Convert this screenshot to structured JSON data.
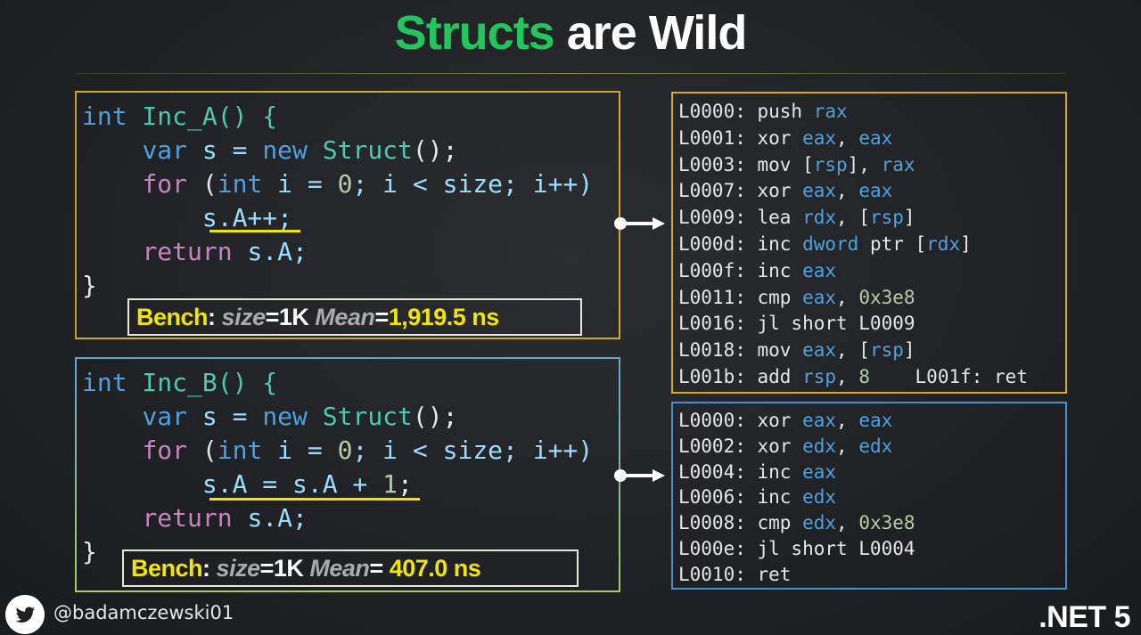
{
  "title": {
    "part1": "Structs",
    "part2": "are Wild"
  },
  "colors": {
    "accent_green": "#22c55e",
    "highlight_yellow": "#f2e600",
    "box_a": "#d4a82a",
    "box_b": "#4a90c8"
  },
  "inc_a": {
    "lines": [
      [
        "int",
        " Inc_A() {"
      ],
      [
        "var",
        " s = ",
        "new",
        " Struct",
        "();"
      ],
      [
        "for",
        " (",
        "int",
        " i = ",
        "0",
        "; i < size; i++)"
      ],
      [
        "s.A++;"
      ],
      [
        "return",
        " s.A;"
      ],
      [
        "}"
      ]
    ],
    "bench": {
      "label": "Bench",
      "sep": ":",
      "size_key": "size",
      "eq": "=",
      "size_val": "1K",
      "mean_key": "Mean",
      "mean_val": "1,919.5 ns"
    }
  },
  "inc_b": {
    "lines": [
      [
        "int",
        " Inc_B() {"
      ],
      [
        "var",
        " s = ",
        "new",
        " Struct",
        "();"
      ],
      [
        "for",
        " (",
        "int",
        " i = ",
        "0",
        "; i < size; i++)"
      ],
      [
        "s.A = s.A + ",
        "1",
        ";"
      ],
      [
        "return",
        " s.A;"
      ],
      [
        "}"
      ]
    ],
    "bench": {
      "label": "Bench",
      "sep": ":",
      "size_key": "size",
      "eq": "=",
      "size_val": "1K",
      "mean_key": "Mean",
      "mean_val": "407.0 ns"
    }
  },
  "asm_a": [
    [
      "L0000: push ",
      "rax"
    ],
    [
      "L0001: xor ",
      "eax",
      ", ",
      "eax"
    ],
    [
      "L0003: mov [",
      "rsp",
      "], ",
      "rax"
    ],
    [
      "L0007: xor ",
      "eax",
      ", ",
      "eax"
    ],
    [
      "L0009: lea ",
      "rdx",
      ", [",
      "rsp",
      "]"
    ],
    [
      "L000d: inc ",
      "dword",
      " ptr [",
      "rdx",
      "]"
    ],
    [
      "L000f: inc ",
      "eax"
    ],
    [
      "L0011: cmp ",
      "eax",
      ", ",
      "0x3e8"
    ],
    [
      "L0016: jl short L0009"
    ],
    [
      "L0018: mov ",
      "eax",
      ", [",
      "rsp",
      "]"
    ],
    [
      "L001b: add ",
      "rsp",
      ", ",
      "8",
      "    L001f: ret"
    ]
  ],
  "asm_b": [
    [
      "L0000: xor ",
      "eax",
      ", ",
      "eax"
    ],
    [
      "L0002: xor ",
      "edx",
      ", ",
      "edx"
    ],
    [
      "L0004: inc ",
      "eax"
    ],
    [
      "L0006: inc ",
      "edx"
    ],
    [
      "L0008: cmp ",
      "edx",
      ", ",
      "0x3e8"
    ],
    [
      "L000e: jl short L0004"
    ],
    [
      "L0010: ret"
    ]
  ],
  "footer": {
    "handle": "@badamczewski01",
    "platform": ".NET 5",
    "twitter_icon": "twitter-bird-icon"
  }
}
